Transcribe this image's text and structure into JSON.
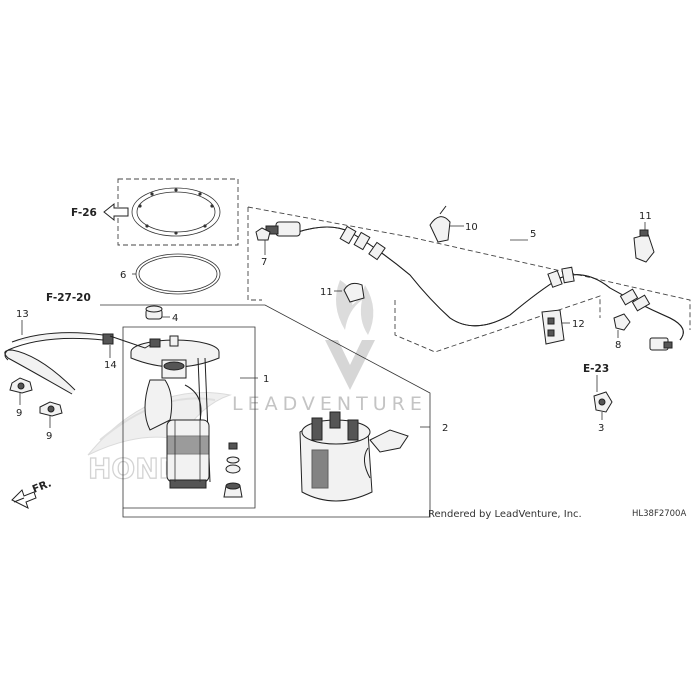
{
  "diagram": {
    "callouts": [
      "1",
      "2",
      "3",
      "4",
      "5",
      "6",
      "7",
      "8",
      "9",
      "9",
      "10",
      "11",
      "11",
      "12",
      "13",
      "14"
    ],
    "references": {
      "f26": "F-26",
      "f2720": "F-27-20",
      "e23": "E-23"
    },
    "front_marker": "FR.",
    "credit": "Rendered by LeadVenture, Inc.",
    "diagram_code": "HL38F2700A",
    "watermark": "LEADVENTURE",
    "brand_watermark": "HONDA"
  }
}
